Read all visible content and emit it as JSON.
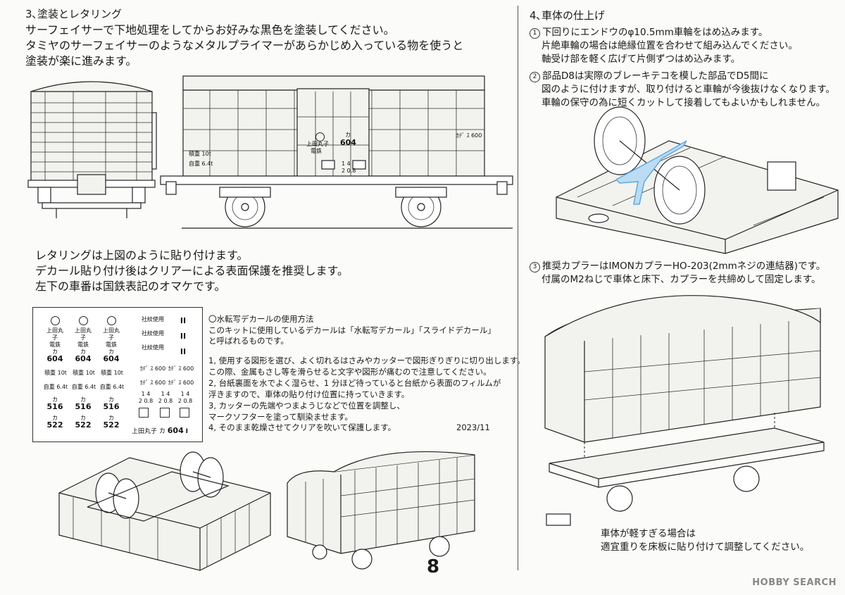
{
  "section3": {
    "heading": "3､塗装とレタリング",
    "lines": [
      "サーフェイサーで下地処理をしてからお好みな黒色を塗装してください。",
      "タミヤのサーフェイサーのようなメタルプライマーがあらかじめ入っている物を使うと",
      "塗装が楽に進みます。"
    ],
    "lettering": [
      "レタリングは上図のように貼り付けます。",
      "デカール貼り付け後はクリアーによる表面保護を推奨します。",
      "左下の車番は国鉄表記のオマケです。"
    ]
  },
  "car_markings": {
    "company": "上田丸子",
    "company2": "電鉄",
    "kana": "カ",
    "number": "604",
    "load": "積重 10t",
    "tare": "自重 6.4t",
    "small1": "ｶﾃﾞ ｽ 600",
    "d1": "1 4",
    "d2": "2 0.8"
  },
  "decal_sheet": {
    "company": "上田丸子",
    "company2": "電鉄",
    "kana": "カ",
    "num604": "604",
    "num516": "516",
    "num522": "522",
    "load": "積重 10t",
    "tare": "自重 6.4t",
    "side1": "社紋使用",
    "bars": "II",
    "small": "ｶﾃﾞ ｽ 600",
    "d1": "1 4",
    "d2": "2 0.8",
    "jnr_label": "上田丸子",
    "jnr_kana": "カ",
    "jnr_num": "604",
    "jnr_bar": "I"
  },
  "instructions": {
    "title": "〇水転写デカールの使用方法",
    "intro": [
      "このキットに使用しているデカールは「水転写デカール」｢スライドデカール」",
      "と呼ばれるものです。"
    ],
    "steps": [
      "1, 使用する図形を選び、よく切れるはさみやカッターで図形ぎりぎりに切り出します。",
      "    この際、金属もさし等を滑らせると文字や図形が痛むので注意してください。",
      "2, 台紙裏面を水でよく湿らせ、1 分ほど待っていると台紙から表面のフィルムが",
      "    浮きますので、車体の貼り付け位置に持っていきます。",
      "3, カッターの先端やつまようじなどで位置を調整し、",
      "    マークソフターを塗って馴染ませます。",
      "4, そのまま乾燥させてクリアを吹いて保護します。"
    ],
    "date": "2023/11"
  },
  "page_number": "8",
  "section4": {
    "heading": "4､車体の仕上げ",
    "step1_num": "1",
    "step1": [
      "下回りにエンドウのφ10.5mm車輪をはめ込みます。",
      "片絶車輪の場合は絶縁位置を合わせて組み込んでください。",
      "軸受け部を軽く広げて片側ずつはめ込みます。"
    ],
    "step2_num": "2",
    "step2": [
      "部品D8は実際のブレーキテコを模した部品でD5間に",
      "図のように付けますが、取り付けると車輪が今後抜けなくなります。",
      "車輪の保守の為に短くカットして接着してもよいかもしれません。"
    ],
    "step3_num": "3",
    "step3": [
      "推奨カプラーはIMONカプラーHO-203(2mmネジの連結器)です。",
      "付属のM2ねじで車体と床下、カプラーを共締めして固定します。"
    ],
    "weight": [
      "車体が軽すぎる場合は",
      "適宜重りを床板に貼り付けて調整してください。"
    ]
  },
  "watermark": "HOBBY SEARCH",
  "colors": {
    "brake_part": "#5ea8e0",
    "text": "#1a1a1a"
  }
}
